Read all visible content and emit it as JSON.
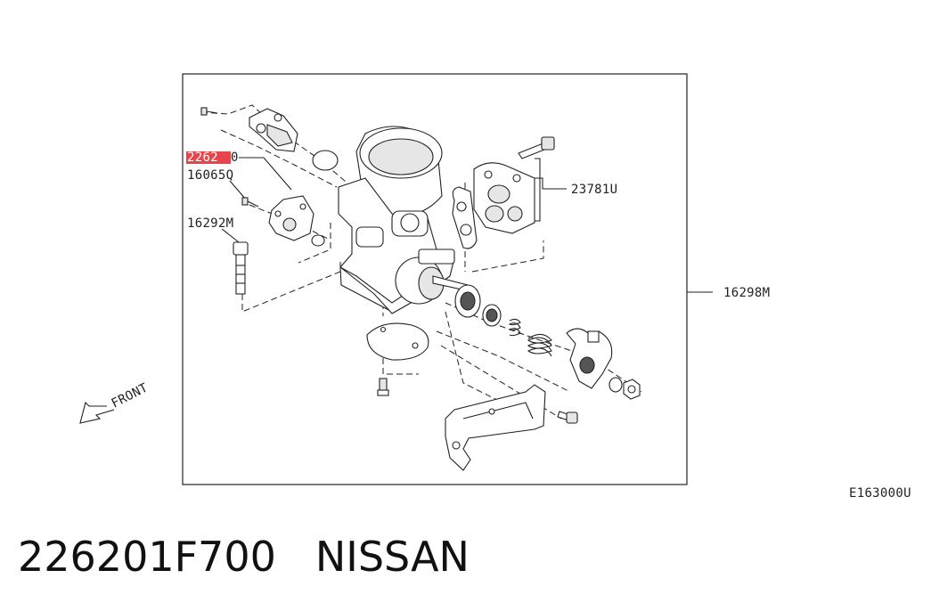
{
  "diagram": {
    "highlight_color": "#e0242c",
    "part_labels": {
      "highlighted": "2262",
      "highlighted_suffix": "0",
      "sensor_bolt": "16065Q",
      "bolt": "16292M",
      "iacv": "23781U",
      "throttle_body": "16298M"
    },
    "front_label": "FRONT",
    "code": "E163000U"
  },
  "footer": {
    "part_number": "226201F700",
    "brand": "NISSAN"
  }
}
